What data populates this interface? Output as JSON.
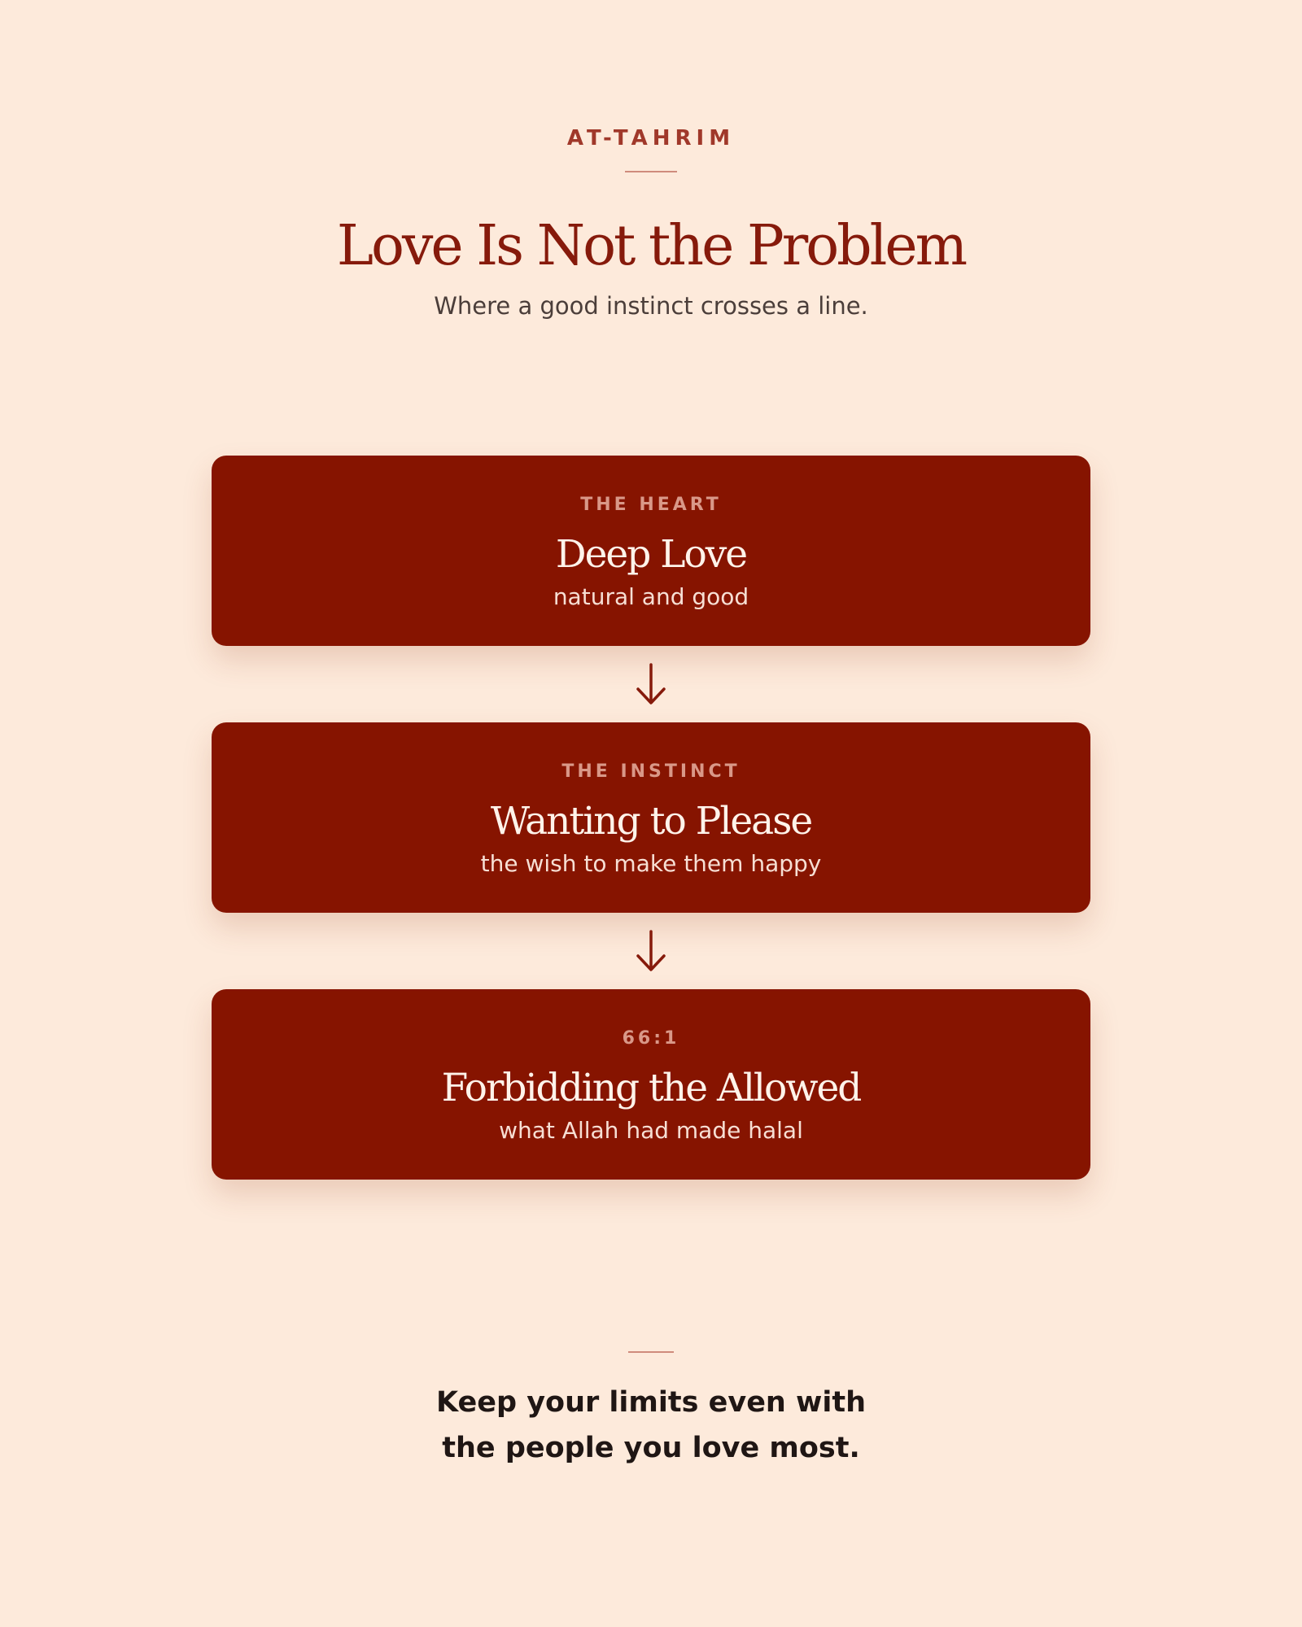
{
  "header": {
    "eyebrow": "AT-TAHRIM",
    "title": "Love Is Not the Problem",
    "subtitle": "Where a good instinct crosses a line."
  },
  "steps": [
    {
      "label": "THE HEART",
      "title": "Deep Love",
      "subtitle": "natural and good"
    },
    {
      "label": "THE INSTINCT",
      "title": "Wanting to Please",
      "subtitle": "the wish to make them happy"
    },
    {
      "label": "66:1",
      "title": "Forbidding the Allowed",
      "subtitle": "what Allah had made halal"
    }
  ],
  "footer": {
    "line1": "Keep your limits even with",
    "line2": "the people you love most."
  },
  "icons": {
    "connector": "arrow-down-icon"
  },
  "colors": {
    "background": "#fdeadb",
    "card": "#861400",
    "accent": "#a0382a",
    "title": "#861a0b"
  }
}
